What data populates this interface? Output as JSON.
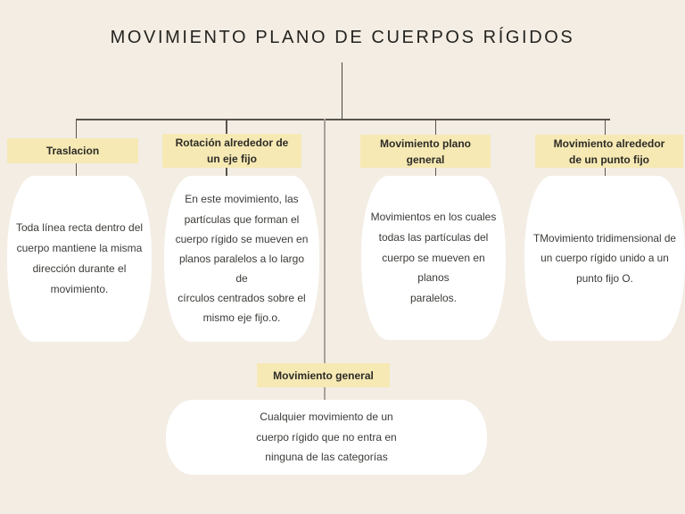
{
  "title": "MOVIMIENTO PLANO DE CUERPOS RÍGIDOS",
  "colors": {
    "background": "#f3ede4",
    "label_background": "#f6e9b4",
    "card_background": "#ffffff",
    "connector_dark": "#57534c",
    "connector_gray": "#a5a19b",
    "title_color": "#24231f",
    "body_text_color": "#3d3b38"
  },
  "nodes": [
    {
      "id": "traslacion",
      "label": "Traslacion",
      "body": "Toda línea recta dentro del\ncuerpo mantiene la misma\ndirección durante el\nmovimiento."
    },
    {
      "id": "rotacion-eje-fijo",
      "label": "Rotación alrededor de\nun eje fijo",
      "body": "En este movimiento, las\npartículas que forman el\ncuerpo rígido se mueven en\nplanos paralelos a lo largo\nde\ncírculos centrados sobre el\nmismo eje fijo.o."
    },
    {
      "id": "movimiento-plano-general",
      "label": "Movimiento plano\ngeneral",
      "body": "Movimientos en los cuales\ntodas las partículas del\ncuerpo se mueven en\nplanos\nparalelos."
    },
    {
      "id": "movimiento-punto-fijo",
      "label": "Movimiento alrededor\nde un punto fijo",
      "body": "TMovimiento tridimensional de\nun cuerpo rígido unido a un\npunto fijo O."
    },
    {
      "id": "movimiento-general",
      "label": "Movimiento general",
      "body": "Cualquier movimiento de un\ncuerpo rígido que no entra en\nninguna de las categorías"
    }
  ]
}
